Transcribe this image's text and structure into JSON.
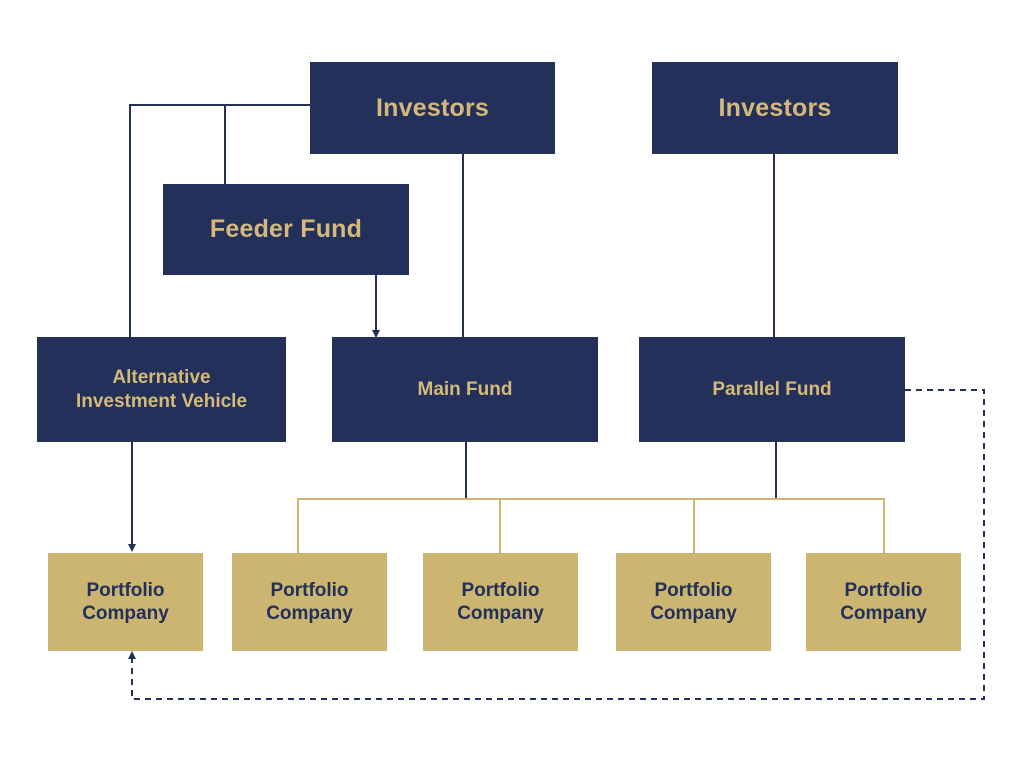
{
  "diagram": {
    "nodes": {
      "investors_left": "Investors",
      "investors_right": "Investors",
      "feeder_fund": "Feeder Fund",
      "alternative_investment_vehicle": [
        "Alternative",
        "Investment Vehicle"
      ],
      "main_fund": "Main Fund",
      "parallel_fund": "Parallel Fund",
      "portfolio_companies": [
        [
          "Portfolio",
          "Company"
        ],
        [
          "Portfolio",
          "Company"
        ],
        [
          "Portfolio",
          "Company"
        ],
        [
          "Portfolio",
          "Company"
        ],
        [
          "Portfolio",
          "Company"
        ]
      ]
    },
    "edges": [
      {
        "from": "investors_left",
        "to": "alternative_investment_vehicle",
        "style": "solid"
      },
      {
        "from": "investors_left",
        "to": "feeder_fund",
        "style": "solid"
      },
      {
        "from": "investors_left",
        "to": "main_fund",
        "style": "solid"
      },
      {
        "from": "feeder_fund",
        "to": "main_fund",
        "style": "solid-arrow"
      },
      {
        "from": "investors_right",
        "to": "parallel_fund",
        "style": "solid"
      },
      {
        "from": "alternative_investment_vehicle",
        "to": "portfolio_company_1",
        "style": "solid-arrow"
      },
      {
        "from": "main_fund",
        "to": "portfolio_companies_2_5",
        "style": "bracket"
      },
      {
        "from": "parallel_fund",
        "to": "portfolio_companies_2_5",
        "style": "bracket"
      },
      {
        "from": "parallel_fund",
        "to": "portfolio_company_1",
        "style": "dashed-arrow"
      }
    ],
    "colors": {
      "navy": "#22305a",
      "gold": "#ccb570",
      "navy_text": "#d4b97a",
      "gold_text": "#22305a",
      "connector_navy": "#22305a",
      "connector_gold": "#ccb570"
    }
  }
}
